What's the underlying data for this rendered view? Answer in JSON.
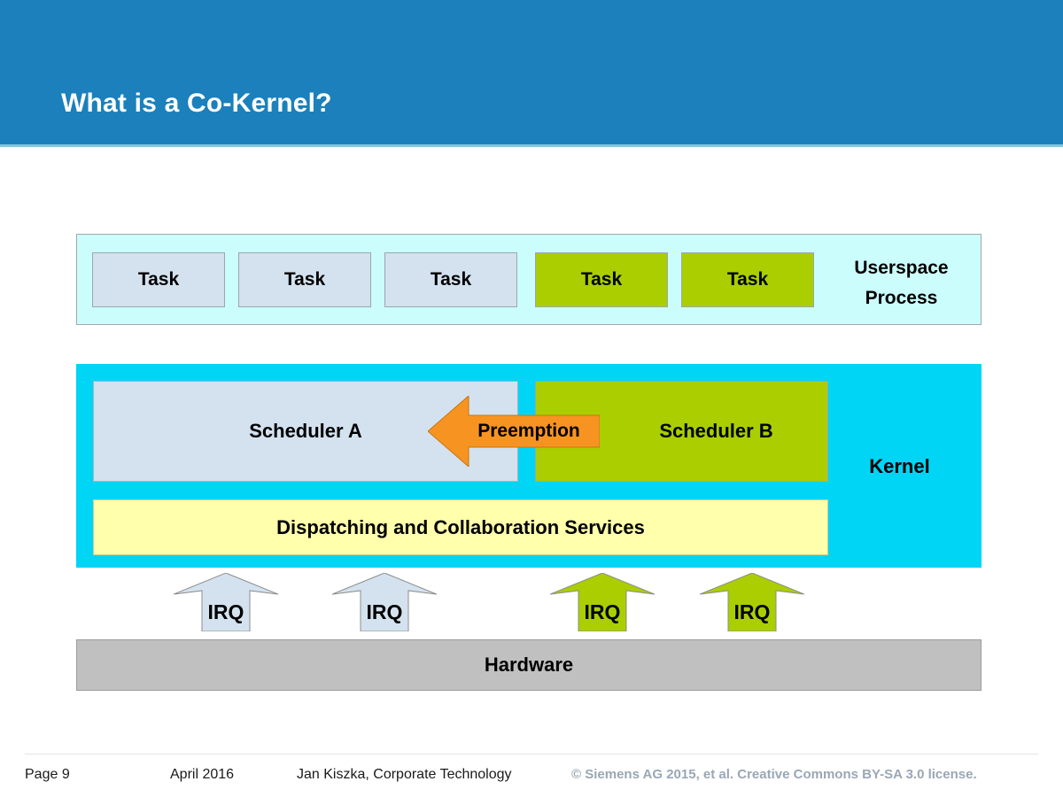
{
  "header": {
    "title": "What is a Co-Kernel?",
    "background_color": "#1b80bb",
    "underline_color": "#8dc0de",
    "title_color": "#ffffff"
  },
  "diagram": {
    "userspace": {
      "label": "Userspace",
      "label_line2": "Process",
      "container_color": "#ccfdfd",
      "tasks": [
        {
          "label": "Task",
          "color": "#d4e2ef",
          "variant": "blue"
        },
        {
          "label": "Task",
          "color": "#d4e2ef",
          "variant": "blue"
        },
        {
          "label": "Task",
          "color": "#d4e2ef",
          "variant": "blue"
        },
        {
          "label": "Task",
          "color": "#aace00",
          "variant": "green"
        },
        {
          "label": "Task",
          "color": "#aace00",
          "variant": "green"
        }
      ]
    },
    "kernel": {
      "label": "Kernel",
      "container_color": "#00d5f5",
      "scheduler_a": {
        "label": "Scheduler A",
        "color": "#d4e2ef"
      },
      "scheduler_b": {
        "label": "Scheduler B",
        "color": "#aace00"
      },
      "preemption": {
        "label": "Preemption",
        "color": "#f79421",
        "direction": "left"
      },
      "dispatch": {
        "label": "Dispatching and Collaboration Services",
        "color": "#ffffac"
      }
    },
    "irqs": [
      {
        "label": "IRQ",
        "color": "#d4e2ef",
        "variant": "blue"
      },
      {
        "label": "IRQ",
        "color": "#d4e2ef",
        "variant": "blue"
      },
      {
        "label": "IRQ",
        "color": "#aace00",
        "variant": "green"
      },
      {
        "label": "IRQ",
        "color": "#aace00",
        "variant": "green"
      }
    ],
    "hardware": {
      "label": "Hardware",
      "color": "#c0c0c0"
    }
  },
  "footer": {
    "page": "Page 9",
    "date": "April 2016",
    "author": "Jan Kiszka, Corporate Technology",
    "copyright": "© Siemens AG 2015, et al. Creative Commons BY-SA 3.0 license.",
    "copyright_color": "#9aa7b4"
  }
}
